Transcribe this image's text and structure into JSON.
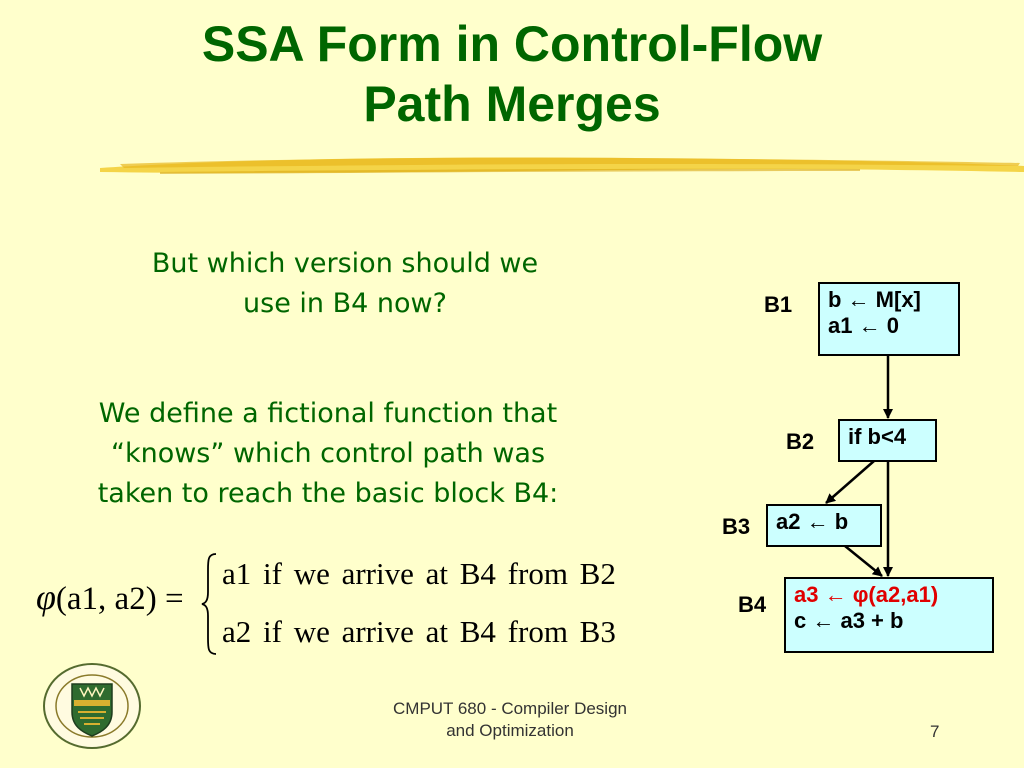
{
  "slide": {
    "title_line1": "SSA Form in Control-Flow",
    "title_line2": "Path Merges",
    "para1_line1": "But  which version should we",
    "para1_line2": "use in B4 now?",
    "para2_line1": "We define a fictional function that",
    "para2_line2": "“knows” which control path was",
    "para2_line3": "taken to reach the basic block B4:"
  },
  "formula": {
    "phi": "φ",
    "args": "(a1, a2)",
    "equals": "=",
    "case1": "a1  if  we arrive at B4 from B2",
    "case2": "a2 if  we arrive at B4 from B3"
  },
  "cfg": {
    "b1": {
      "label": "B1",
      "line1": "b ← M[x]",
      "line2": "a1 ← 0"
    },
    "b2": {
      "label": "B2",
      "line1": "if b<4"
    },
    "b3": {
      "label": "B3",
      "line1": "a2 ← b"
    },
    "b4": {
      "label": "B4",
      "line1": "a3 ← φ(a2,a1)",
      "line2": "c ← a3 + b"
    }
  },
  "colors": {
    "background": "#ffffcc",
    "title": "#006600",
    "block_fill": "#ccffff",
    "phi_line": "#e00000"
  },
  "footer": {
    "course_line1": "CMPUT 680 - Compiler Design",
    "course_line2": "and Optimization",
    "page_number": "7"
  },
  "logo": {
    "icon": "university-crest-icon"
  }
}
